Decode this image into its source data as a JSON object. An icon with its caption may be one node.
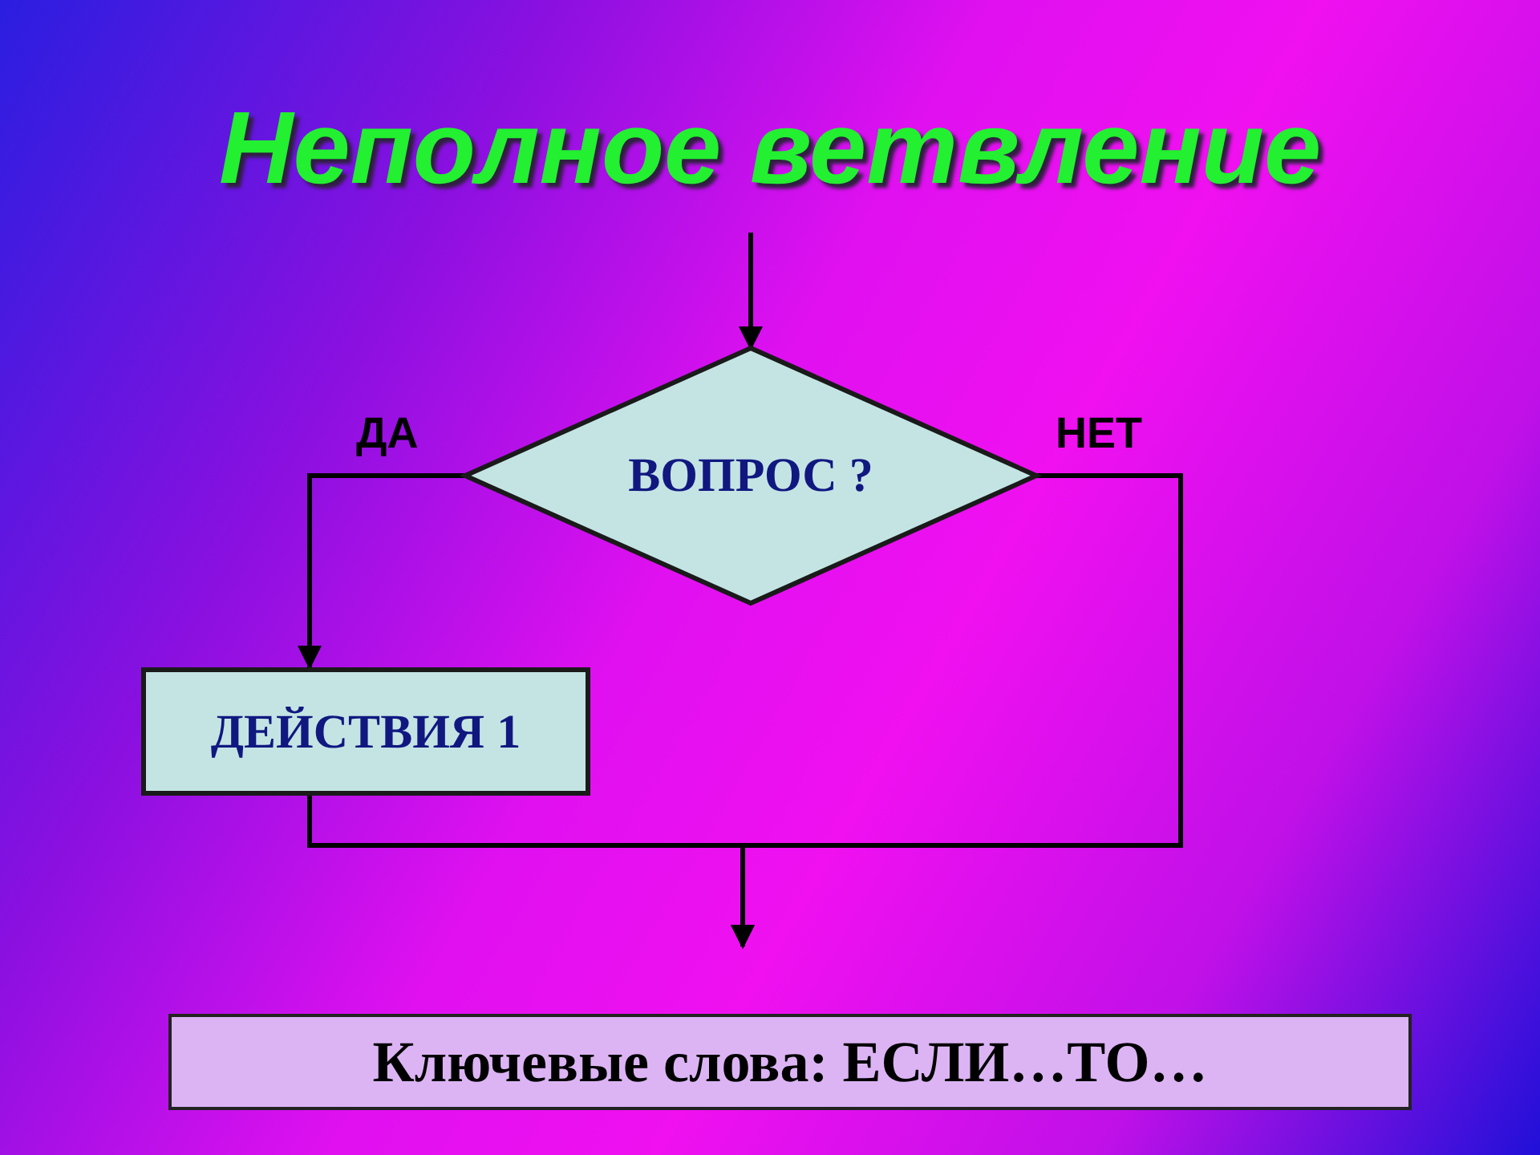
{
  "diagram": {
    "title": "Неполное ветвление",
    "nodes": [
      {
        "text": [
          "ВОПРОС ?"
        ]
      },
      {
        "text": [
          "ДЕЙСТВИЯ 1"
        ]
      },
      {
        "text": [
          "Ключевые слова: ЕСЛИ…ТО…"
        ]
      }
    ],
    "edges": [
      {
        "from": null,
        "to": 0,
        "arrow": "to"
      },
      {
        "from": 0,
        "to": 1,
        "arrow": "to",
        "label": "ДА"
      },
      {
        "from": 0,
        "to": null,
        "arrow": "to",
        "label": "НЕТ"
      },
      {
        "from": 1,
        "to": null,
        "arrow": "to"
      }
    ]
  }
}
